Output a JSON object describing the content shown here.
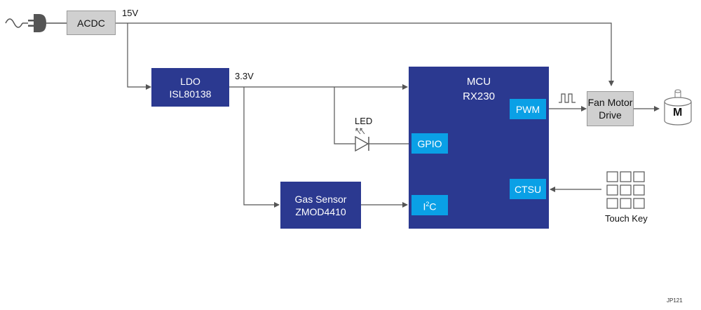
{
  "blocks": {
    "acdc": "ACDC",
    "ldo": {
      "line1": "LDO",
      "line2": "ISL80138"
    },
    "gas_sensor": {
      "line1": "Gas Sensor",
      "line2": "ZMOD4410"
    },
    "mcu": {
      "line1": "MCU",
      "line2": "RX230"
    },
    "fan_motor_drive": {
      "line1": "Fan Motor",
      "line2": "Drive"
    },
    "motor": "M"
  },
  "mcu_ports": {
    "pwm": "PWM",
    "gpio": "GPIO",
    "ctsu": "CTSU",
    "i2c_base": "I",
    "i2c_sup": "2",
    "i2c_tail": "C"
  },
  "labels": {
    "v15": "15V",
    "v33": "3.3V",
    "led": "LED",
    "touch_key": "Touch Key",
    "figure_id": "JP121"
  },
  "colors": {
    "block_navy": "#2b3990",
    "port_cyan": "#0aa0e6",
    "block_gray": "#d0d0d0",
    "wire": "#555555"
  }
}
